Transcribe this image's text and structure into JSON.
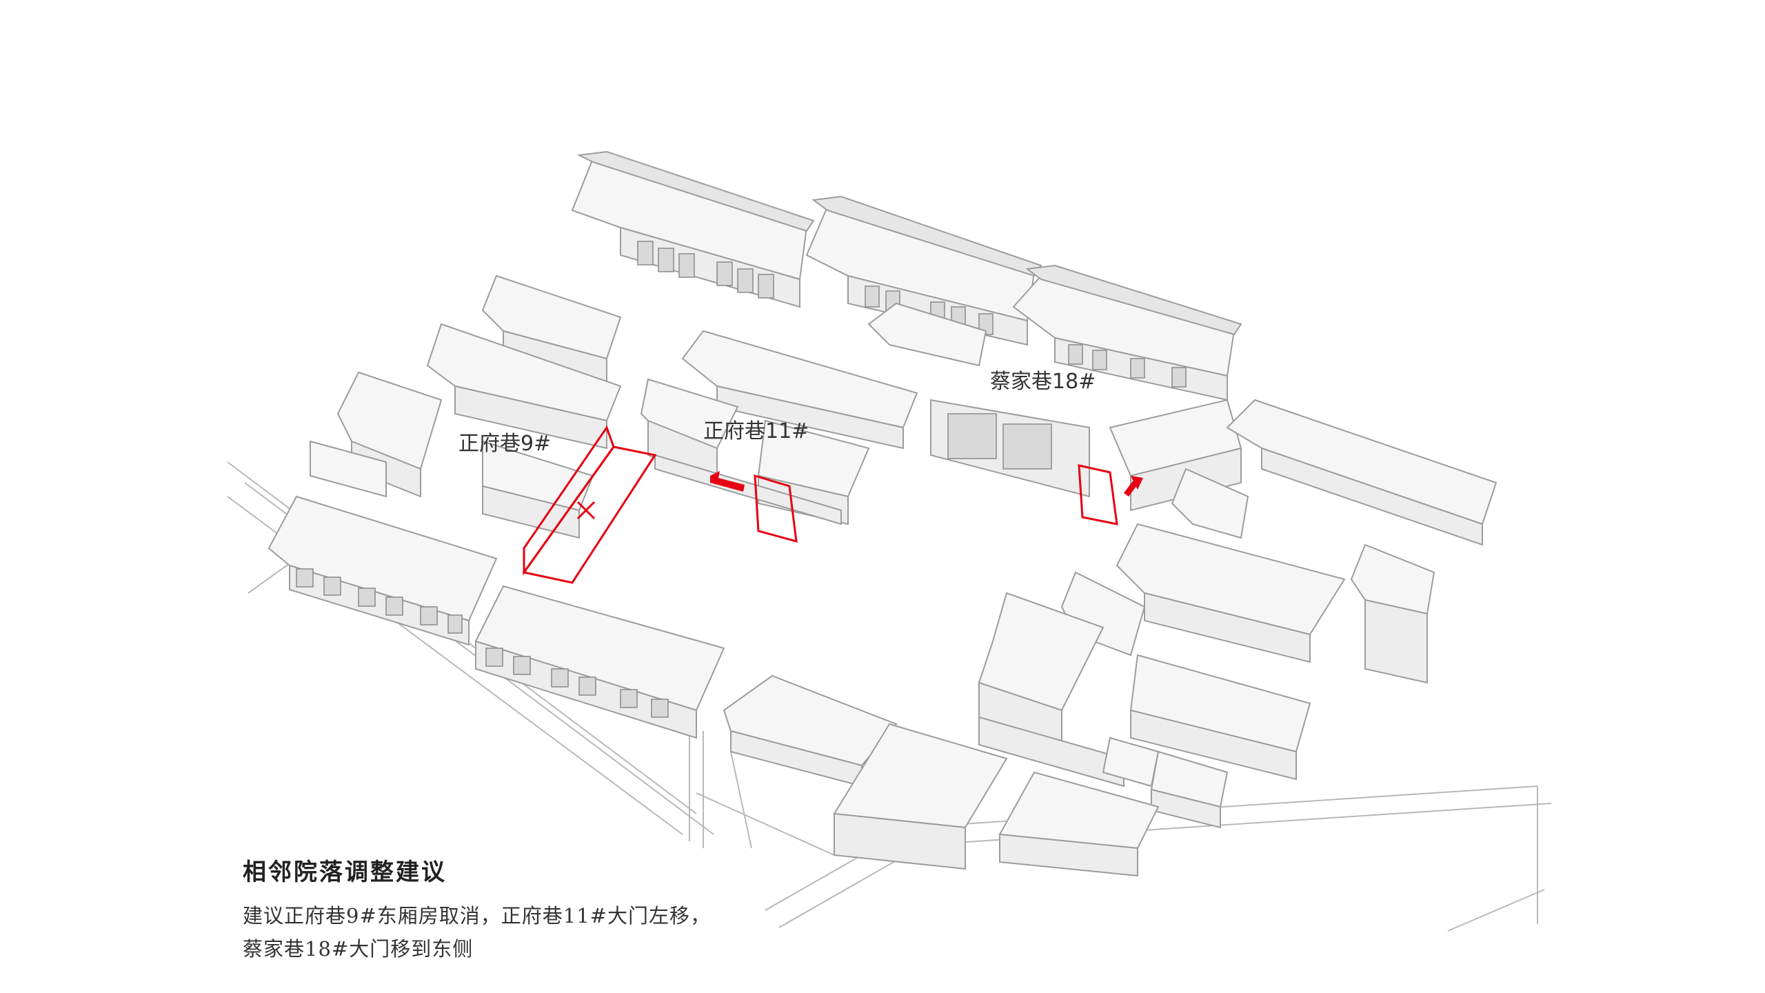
{
  "labels": {
    "zhengfu9": "正府巷9#",
    "zhengfu11": "正府巷11#",
    "caijia18": "蔡家巷18#"
  },
  "caption": {
    "title": "相邻院落调整建议",
    "line1": "建议正府巷9#东厢房取消，正府巷11#大门左移，",
    "line2": "蔡家巷18#大门移到东侧"
  },
  "colors": {
    "highlight": "#e60012",
    "linework": "#a8a8a8",
    "roof": "#f5f5f5",
    "wall": "#ececec"
  }
}
